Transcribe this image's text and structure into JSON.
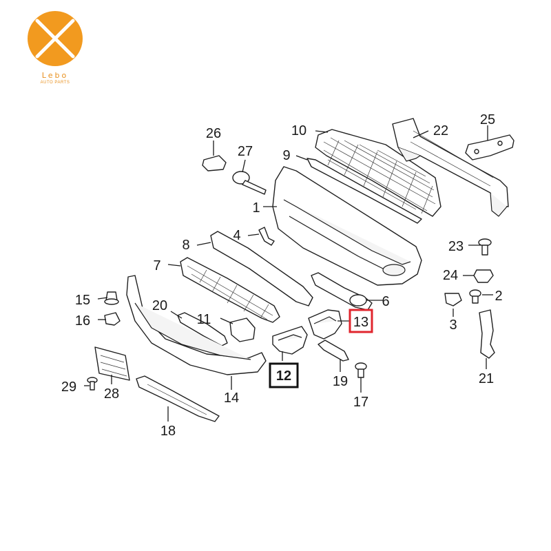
{
  "brand": {
    "name": "Lebo",
    "tagline": "AUTO PARTS",
    "logo_color": "#f29a1f"
  },
  "diagram": {
    "highlight_color": "#e0262e",
    "box_color": "#111111",
    "callouts": [
      {
        "id": "1",
        "label": "1"
      },
      {
        "id": "2",
        "label": "2"
      },
      {
        "id": "3",
        "label": "3"
      },
      {
        "id": "4",
        "label": "4"
      },
      {
        "id": "6",
        "label": "6"
      },
      {
        "id": "7",
        "label": "7"
      },
      {
        "id": "8",
        "label": "8"
      },
      {
        "id": "9",
        "label": "9"
      },
      {
        "id": "10",
        "label": "10"
      },
      {
        "id": "11",
        "label": "11"
      },
      {
        "id": "12",
        "label": "12",
        "boxed": true
      },
      {
        "id": "13",
        "label": "13",
        "highlighted": true
      },
      {
        "id": "14",
        "label": "14"
      },
      {
        "id": "15",
        "label": "15"
      },
      {
        "id": "16",
        "label": "16"
      },
      {
        "id": "17",
        "label": "17"
      },
      {
        "id": "18",
        "label": "18"
      },
      {
        "id": "19",
        "label": "19"
      },
      {
        "id": "20",
        "label": "20"
      },
      {
        "id": "21",
        "label": "21"
      },
      {
        "id": "22",
        "label": "22"
      },
      {
        "id": "23",
        "label": "23"
      },
      {
        "id": "24",
        "label": "24"
      },
      {
        "id": "25",
        "label": "25"
      },
      {
        "id": "26",
        "label": "26"
      },
      {
        "id": "27",
        "label": "27"
      },
      {
        "id": "28",
        "label": "28"
      },
      {
        "id": "29",
        "label": "29"
      }
    ]
  }
}
